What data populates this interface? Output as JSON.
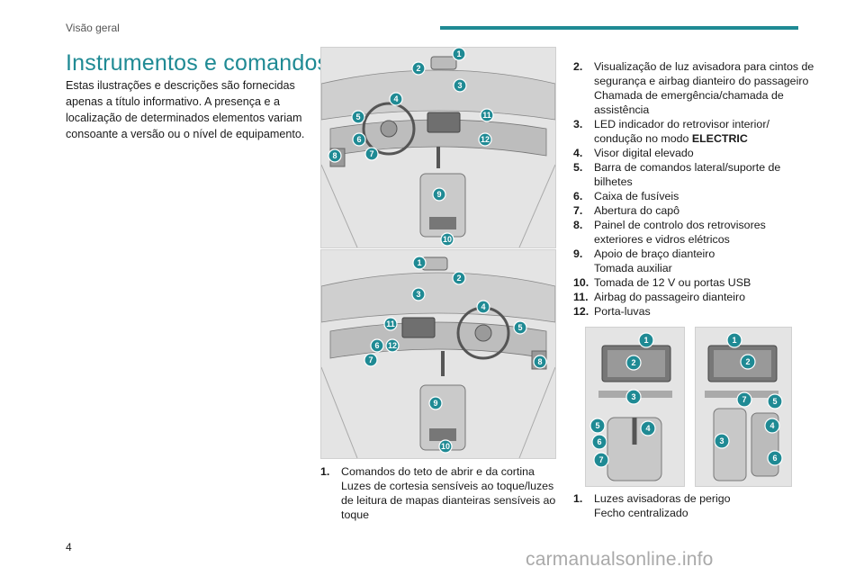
{
  "header": {
    "section": "Visão geral"
  },
  "title": "Instrumentos e comandos",
  "intro": "Estas ilustrações e descrições são fornecidas apenas a título informativo. A presença e a localização de determinados elementos variam consoante a versão ou o nível de equipamento.",
  "figure_top_callouts": [
    "1",
    "2",
    "3",
    "4",
    "5",
    "6",
    "7",
    "8",
    "9",
    "10",
    "11",
    "12"
  ],
  "figure_mid_callouts": [
    "1",
    "2",
    "3",
    "4",
    "5",
    "6",
    "7",
    "8",
    "9",
    "10",
    "11",
    "12"
  ],
  "figure_right_callouts": [
    "1",
    "2",
    "3",
    "4",
    "5",
    "6",
    "7",
    "1",
    "2",
    "3",
    "4",
    "5",
    "6",
    "7"
  ],
  "list_bottom": [
    {
      "num": "1.",
      "lines": [
        "Comandos do teto de abrir e da cortina",
        "Luzes de cortesia sensíveis ao toque/luzes",
        "de leitura de mapas dianteiras sensíveis ao",
        "toque"
      ]
    }
  ],
  "list_right": [
    {
      "num": "2.",
      "lines": [
        "Visualização de luz avisadora para cintos de",
        "segurança e airbag dianteiro do passageiro",
        "Chamada de emergência/chamada de",
        "assistência"
      ]
    },
    {
      "num": "3.",
      "lines": [
        "LED indicador do retrovisor interior/",
        "condução no modo "
      ],
      "bold": "ELECTRIC"
    },
    {
      "num": "4.",
      "lines": [
        "Visor digital elevado"
      ]
    },
    {
      "num": "5.",
      "lines": [
        "Barra de comandos lateral/suporte de",
        "bilhetes"
      ]
    },
    {
      "num": "6.",
      "lines": [
        "Caixa de fusíveis"
      ]
    },
    {
      "num": "7.",
      "lines": [
        "Abertura do capô"
      ]
    },
    {
      "num": "8.",
      "lines": [
        "Painel de controlo dos retrovisores",
        "exteriores e vidros elétricos"
      ]
    },
    {
      "num": "9.",
      "lines": [
        "Apoio de braço dianteiro",
        "Tomada auxiliar"
      ]
    },
    {
      "num": "10.",
      "lines": [
        "Tomada de 12 V ou portas USB"
      ]
    },
    {
      "num": "11.",
      "lines": [
        "Airbag do passageiro dianteiro"
      ]
    },
    {
      "num": "12.",
      "lines": [
        "Porta-luvas"
      ]
    }
  ],
  "list_right_bottom": [
    {
      "num": "1.",
      "lines": [
        "Luzes avisadoras de perigo",
        "Fecho centralizado"
      ]
    }
  ],
  "page_number": "4",
  "watermark": "carmanualsonline.info",
  "colors": {
    "accent": "#1f8a94",
    "figure_bg": "#e6e6e6"
  }
}
